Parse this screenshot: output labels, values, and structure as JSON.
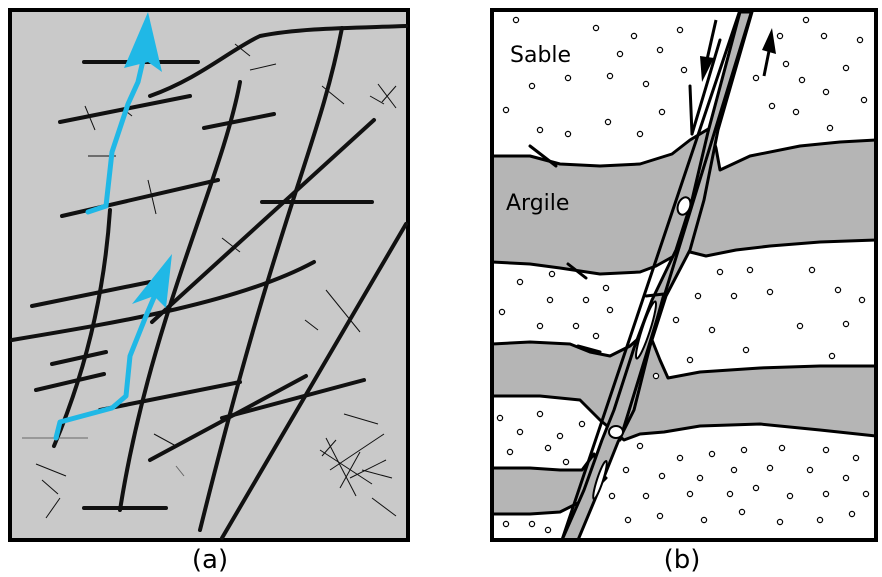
{
  "panels": [
    {
      "caption": "(a)"
    },
    {
      "caption": "(b)",
      "labels": {
        "sand": "Sable",
        "clay": "Argile"
      }
    }
  ],
  "colors": {
    "panel_a_background": "#c9c9c9",
    "fracture": "#111111",
    "flow_arrow": "#20b8e6",
    "sand": "#ffffff",
    "clay": "#b5b5b5",
    "outline": "#000000"
  }
}
